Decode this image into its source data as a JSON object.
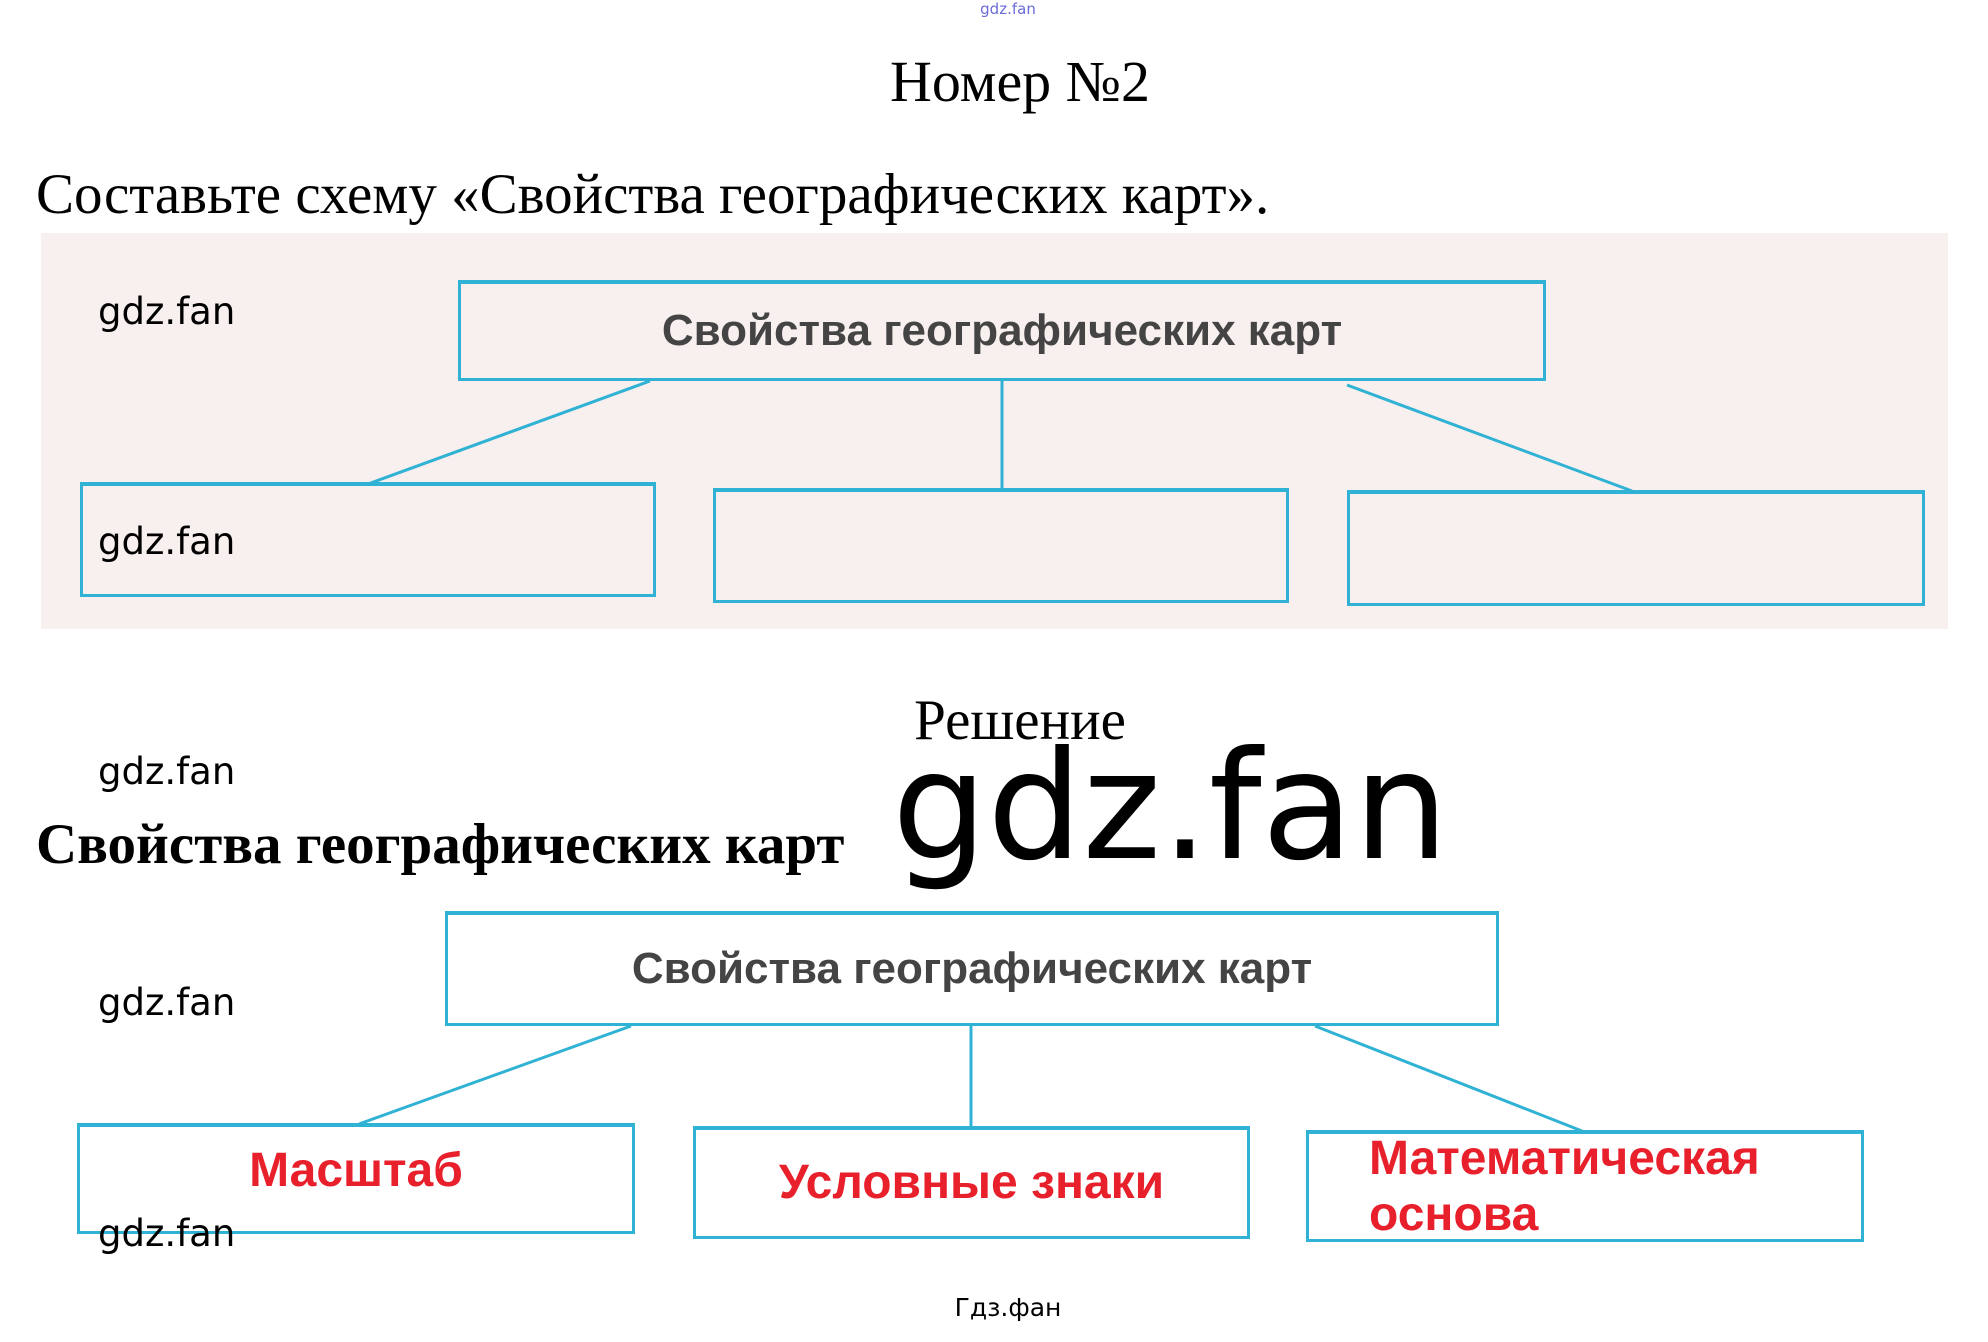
{
  "watermark_top": "gdz.fan",
  "title": "Номер №2",
  "task": "Составьте схему «Свойства географических карт».",
  "watermarks": [
    "gdz.fan",
    "gdz.fan",
    "gdz.fan",
    "gdz.fan",
    "gdz.fan"
  ],
  "diagram_task": {
    "root": "Свойства географических карт",
    "children": [
      "",
      "",
      ""
    ]
  },
  "solution_heading": "Решение",
  "big_watermark": "gdz.fan",
  "answer_title": "Свойства географических карт",
  "diagram_answer": {
    "root": "Свойства географических карт",
    "children": [
      "Масштаб",
      "Условные знаки",
      "Математическая основа"
    ]
  },
  "colors": {
    "box_border": "#2fb2d4",
    "answer_text": "#e8202c",
    "panel_bg": "#f8efef"
  },
  "footer": "Гдз.фан"
}
